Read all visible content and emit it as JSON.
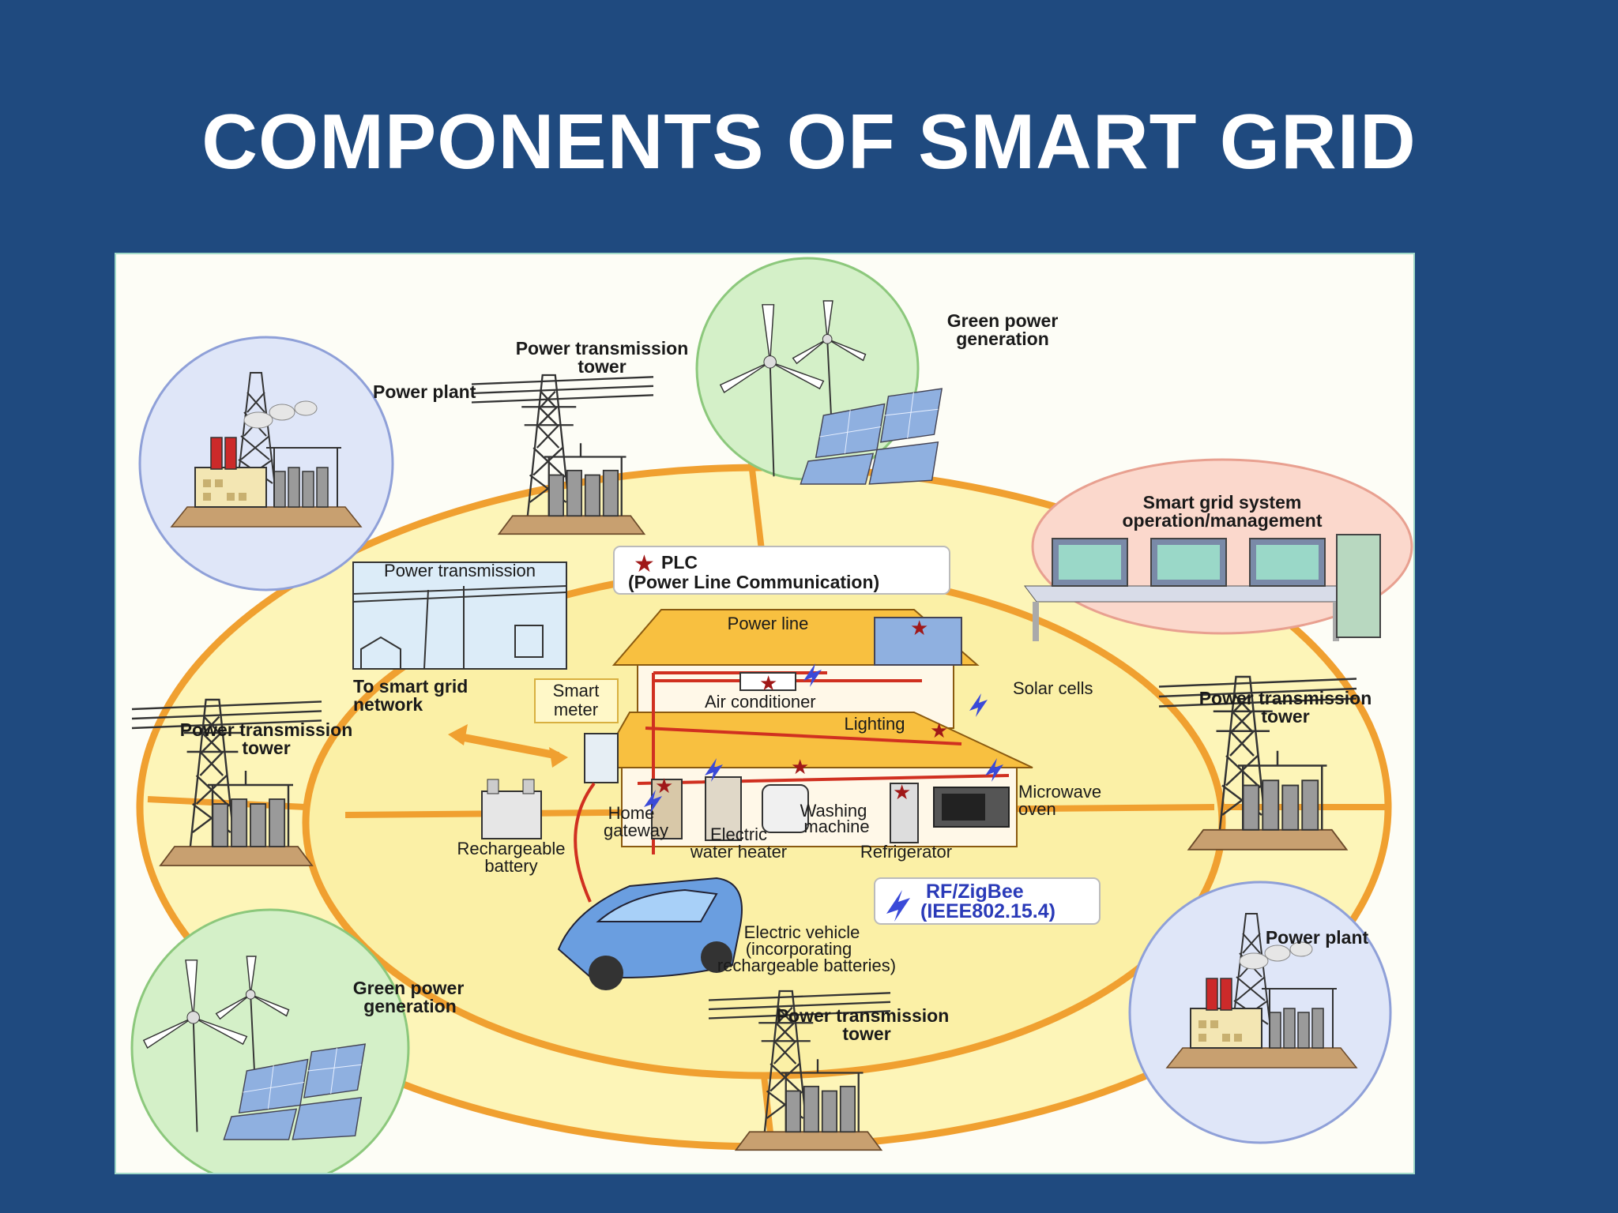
{
  "slide": {
    "title": "COMPONENTS OF SMART GRID"
  },
  "diagram": {
    "power_plant_1": "Power plant",
    "tower_top": [
      "Power transmission",
      "tower"
    ],
    "green_power_1": [
      "Green power",
      "generation"
    ],
    "smart_grid_ops": [
      "Smart grid system",
      "operation/management"
    ],
    "power_transmission_box": "Power transmission",
    "plc": [
      "PLC",
      "(Power Line Communication)"
    ],
    "power_line": "Power line",
    "to_smart_grid": [
      "To smart grid",
      "network"
    ],
    "smart_meter": [
      "Smart",
      "meter"
    ],
    "air_conditioner": "Air conditioner",
    "lighting": "Lighting",
    "solar_cells": "Solar cells",
    "tower_right": [
      "Power transmission",
      "tower"
    ],
    "tower_left": [
      "Power transmission",
      "tower"
    ],
    "microwave": [
      "Microwave",
      "oven"
    ],
    "home_gateway": [
      "Home",
      "gateway"
    ],
    "washing_machine": [
      "Washing",
      "machine"
    ],
    "water_heater": [
      "Electric",
      "water heater"
    ],
    "refrigerator": "Refrigerator",
    "battery": [
      "Rechargeable",
      "battery"
    ],
    "rf_zigbee": [
      "RF/ZigBee",
      "(IEEE802.15.4)"
    ],
    "electric_vehicle": [
      "Electric vehicle",
      "(incorporating",
      "rechargeable batteries)"
    ],
    "green_power_2": [
      "Green power",
      "generation"
    ],
    "power_plant_2": "Power plant",
    "tower_bottom": [
      "Power transmission",
      "tower"
    ]
  }
}
